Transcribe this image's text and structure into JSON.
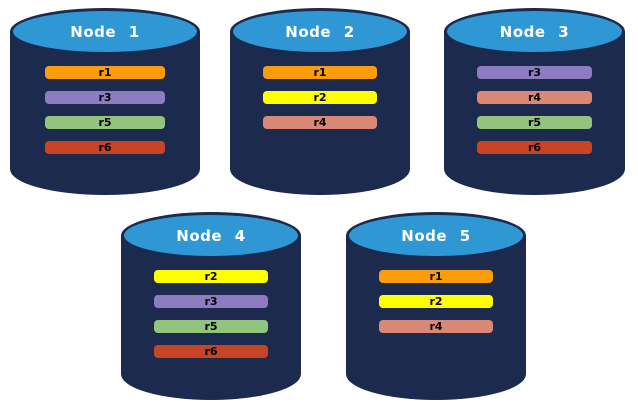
{
  "diagram": {
    "nodes": [
      {
        "label": "Node 1",
        "replicas": [
          "r1",
          "r3",
          "r5",
          "r6"
        ]
      },
      {
        "label": "Node 2",
        "replicas": [
          "r1",
          "r2",
          "r4"
        ]
      },
      {
        "label": "Node 3",
        "replicas": [
          "r3",
          "r4",
          "r5",
          "r6"
        ]
      },
      {
        "label": "Node 4",
        "replicas": [
          "r2",
          "r3",
          "r5",
          "r6"
        ]
      },
      {
        "label": "Node 5",
        "replicas": [
          "r1",
          "r2",
          "r4"
        ]
      }
    ],
    "replica_colors": {
      "r1": "#FB9D0A",
      "r2": "#FFFF00",
      "r3": "#8E7CC3",
      "r4": "#D98876",
      "r5": "#93C47D",
      "r6": "#C74425"
    },
    "colors": {
      "background": "#FFFFFF",
      "cylinder_body": "#1B2A4D",
      "cylinder_top": "#2F97D4",
      "node_title_text": "#FFFFFF",
      "replica_label_text": "#000000"
    }
  }
}
